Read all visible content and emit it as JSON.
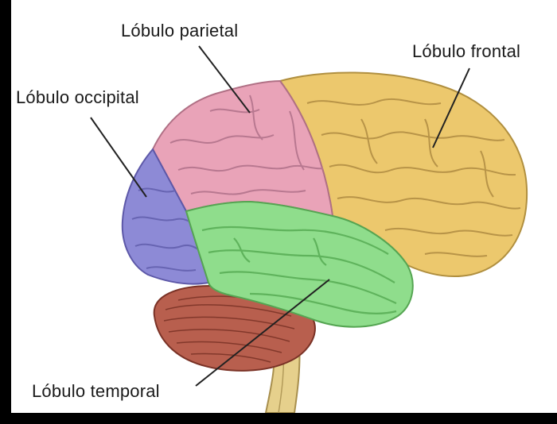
{
  "labels": {
    "parietal": "Lóbulo parietal",
    "frontal": "Lóbulo frontal",
    "occipital": "Lóbulo occipital",
    "temporal": "Lóbulo temporal"
  },
  "colors": {
    "frontal": "#ecc86d",
    "parietal": "#e9a3b8",
    "occipital": "#8d8ad6",
    "temporal": "#8fdd8c",
    "cerebellum": "#b85f4e",
    "brainstem": "#e6d08c",
    "leader_line": "#222222"
  }
}
